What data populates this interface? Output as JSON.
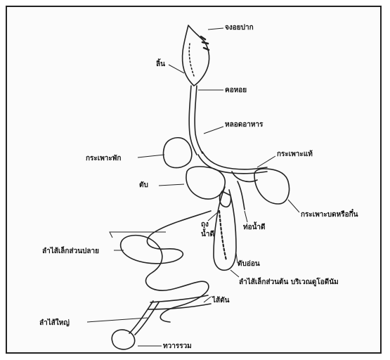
{
  "diagram": {
    "labels": {
      "beak": "จงอยปาก",
      "tongue": "ลิ้น",
      "throat": "คอหอย",
      "esophagus": "หลอดอาหาร",
      "crop": "กระเพาะพัก",
      "proventriculus": "กระเพาะแท้",
      "liver": "ตับ",
      "gizzard": "กระเพาะบดหรือกึ๋น",
      "gallbladder_line1": "ถุง",
      "gallbladder_line2": "น้ำดี",
      "bile_duct": "ท่อน้ำดี",
      "pancreas": "ตับอ่อน",
      "lower_small_intestine": "ลำไส้เล็กส่วนปลาย",
      "duodenum": "ลำไส้เล็กส่วนต้น บริเวณดูโอดีนัม",
      "ceca": "ไส้ตัน",
      "large_intestine": "ลำไส้ใหญ่",
      "cloaca": "ทวารรวม"
    }
  }
}
